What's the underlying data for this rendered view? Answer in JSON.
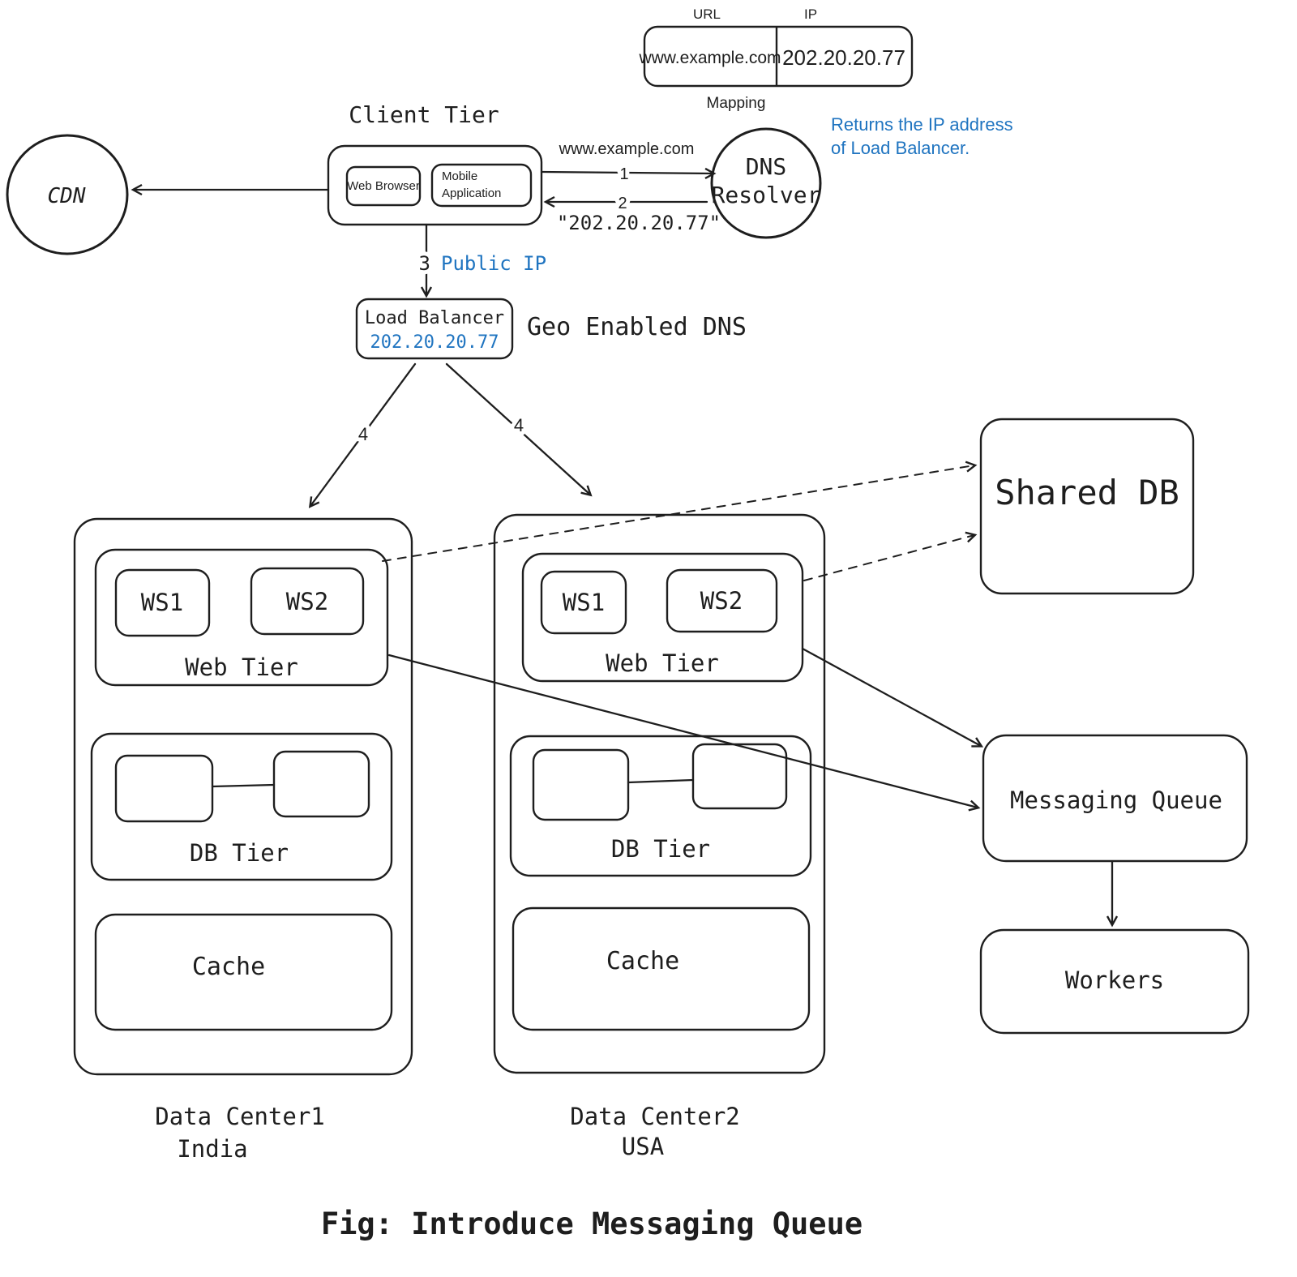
{
  "palette": {
    "ink": "#1e1e1e",
    "blue": "#1f74c0",
    "bg": "#ffffff"
  },
  "mapping_table": {
    "url_header": "URL",
    "ip_header": "IP",
    "url_value": "www.example.com",
    "ip_value": "202.20.20.77",
    "caption": "Mapping"
  },
  "client_tier": {
    "title": "Client Tier",
    "web_browser_label": "Web Browser",
    "mobile_app_line1": "Mobile",
    "mobile_app_line2": "Application"
  },
  "cdn_label": "CDN",
  "dns_resolver": {
    "line1": "DNS",
    "line2": "Resolver"
  },
  "dns_note": {
    "line1": "Returns the IP address",
    "line2": "of Load Balancer."
  },
  "steps": {
    "s1": {
      "num": "1",
      "label": "www.example.com"
    },
    "s2": {
      "num": "2",
      "label": "\"202.20.20.77\""
    },
    "s3": {
      "num": "3",
      "label": "Public IP"
    },
    "s4a": {
      "num": "4"
    },
    "s4b": {
      "num": "4"
    }
  },
  "load_balancer": {
    "name": "Load Balancer",
    "ip": "202.20.20.77"
  },
  "geo_dns_note": "Geo Enabled DNS",
  "data_center_1": {
    "web_tier": {
      "ws1": "WS1",
      "ws2": "WS2",
      "label": "Web Tier"
    },
    "db_tier_label": "DB Tier",
    "cache_label": "Cache",
    "name": "Data Center1",
    "region": "India"
  },
  "data_center_2": {
    "web_tier": {
      "ws1": "WS1",
      "ws2": "WS2",
      "label": "Web Tier"
    },
    "db_tier_label": "DB Tier",
    "cache_label": "Cache",
    "name": "Data Center2",
    "region": "USA"
  },
  "shared_db_label": "Shared DB",
  "messaging_queue_label": "Messaging Queue",
  "workers_label": "Workers",
  "figure_caption": "Fig: Introduce Messaging Queue"
}
